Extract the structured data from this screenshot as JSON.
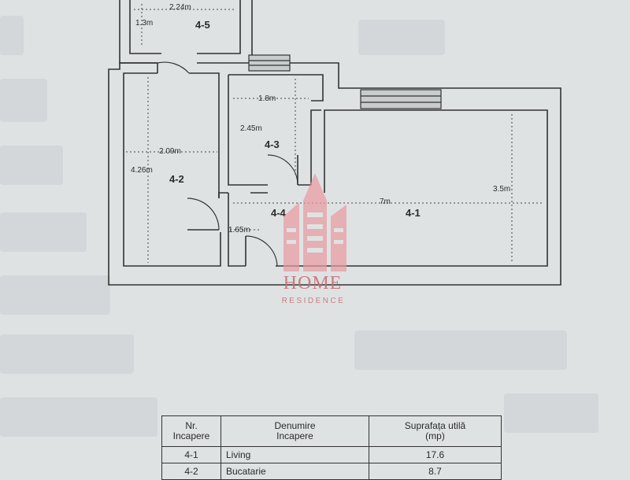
{
  "plan": {
    "rooms": [
      {
        "id": "4-1",
        "label": "4-1"
      },
      {
        "id": "4-2",
        "label": "4-2"
      },
      {
        "id": "4-3",
        "label": "4-3"
      },
      {
        "id": "4-4",
        "label": "4-4"
      },
      {
        "id": "4-5",
        "label": "4-5"
      }
    ],
    "dimensions": {
      "d_4_5_width": "2.24m",
      "d_4_5_height": "1.3m",
      "d_4_3_width": "1.8m",
      "d_4_3_height": "2.45m",
      "d_4_2_width": "2.09m",
      "d_4_2_height": "4.26m",
      "d_4_1_width": "7m",
      "d_4_1_height": "3.5m",
      "d_4_4_width": "1.65m"
    }
  },
  "watermark": {
    "title": "HOME",
    "subtitle": "RESIDENCE"
  },
  "table": {
    "headers": {
      "nr": "Nr.\nIncapere",
      "name": "Denumire\nIncapere",
      "area": "Suprafața utilă\n(mp)"
    },
    "rows": [
      {
        "nr": "4-1",
        "name": "Living",
        "area": "17.6"
      },
      {
        "nr": "4-2",
        "name": "Bucatarie",
        "area": "8.7"
      }
    ]
  }
}
